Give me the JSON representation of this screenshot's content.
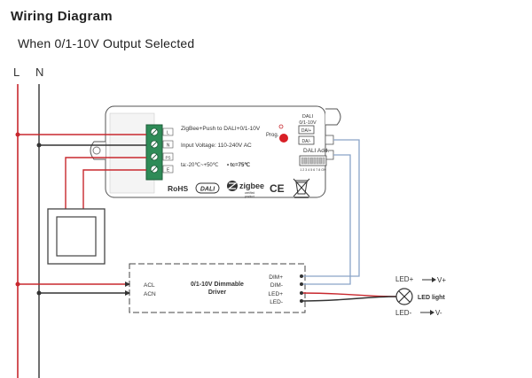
{
  "header": {
    "title": "Wiring Diagram",
    "subtitle": "When 0/1-10V Output Selected"
  },
  "mains": {
    "line_label": "L",
    "neutral_label": "N"
  },
  "controller": {
    "product_line": "ZigBee+Push to DALI+0/1-10V",
    "input_voltage": "Input Voltage: 110-240V AC",
    "temperature": "ta:-20℃~+50℃",
    "tc": "• tc=75℃",
    "prog_label": "Prog.",
    "dali_out_label_1": "DALI",
    "dali_out_label_2": "0/1-10V",
    "dali_plus": "DA/+",
    "dali_minus": "DA/-",
    "dali_add_label": "DALI Add.",
    "dip_numbers": "1 2 3 4 5 6 7 8 ON",
    "terminals": [
      "L",
      "N",
      "PS",
      "E"
    ],
    "rohs": "RoHS",
    "dali_logo": "DALI",
    "zigbee_logo": "zigbee",
    "zigbee_sub_1": "certified",
    "zigbee_sub_2": "product",
    "ce_mark": "CE"
  },
  "driver": {
    "title_line_1": "0/1-10V Dimmable",
    "title_line_2": "Driver",
    "acl": "ACL",
    "acn": "ACN",
    "dim_plus": "DIM+",
    "dim_minus": "DIM-",
    "led_plus": "LED+",
    "led_minus": "LED-"
  },
  "load": {
    "led_plus_label": "LED+ ",
    "v_plus": "V+",
    "led_minus_label": "LED- ",
    "v_minus": "V-",
    "lamp_label": "LED light"
  },
  "colors": {
    "line_wire": "#c8282e",
    "neutral_wire": "#333333",
    "signal_wire": "#8aa4c8",
    "earth_wire": "#c8282e",
    "terminal_block": "#2e8b57",
    "prog_button": "#d81f26"
  }
}
